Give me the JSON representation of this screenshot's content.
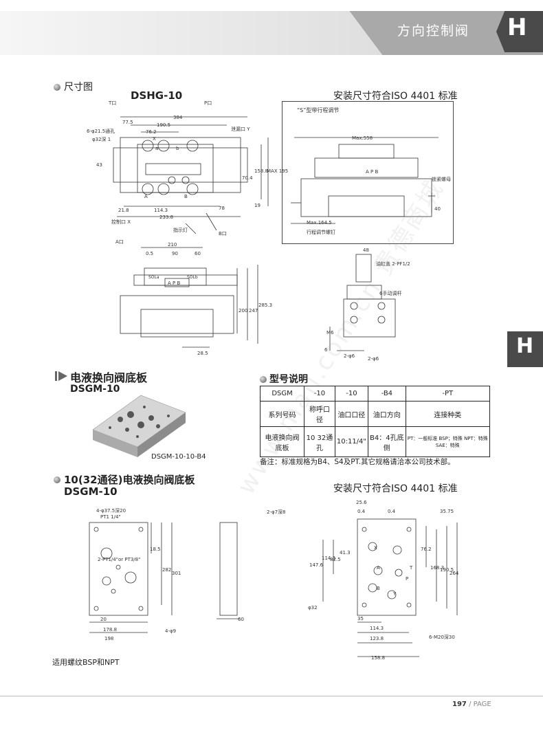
{
  "header": {
    "title": "方向控制阀",
    "tab_letter": "H"
  },
  "side_tab": {
    "letter": "H"
  },
  "section1": {
    "heading": "尺寸图",
    "model": "DSHG-10",
    "iso_note": "安装尺寸符合ISO 4401 标准",
    "stroke_note": "“S”型带行程调节"
  },
  "drawing1": {
    "labels": [
      "T口",
      "P口",
      "泄漏口 Y",
      "控制口 X",
      "A口",
      "B口",
      "指示灯",
      "6-φ21.5通孔",
      "φ32深 1",
      "X",
      "A",
      "B",
      "a",
      "b",
      "SOLa",
      "SOLb",
      "A P B",
      "Max.558",
      "锁紧螺母",
      "Max.164.5",
      "行程调节螺钉",
      "油缸盖 2-PF1/2",
      "6手动调杆",
      "2-φ6",
      "2-φ6"
    ],
    "dims": [
      "384",
      "77.5",
      "190.5",
      "76.2",
      "43",
      "70.4",
      "158.8",
      "MAX 195",
      "21.8",
      "114.3",
      "233.8",
      "78",
      "19",
      "210",
      "0.5",
      "90",
      "60",
      "200",
      "247",
      "285.3",
      "28.5",
      "40",
      "48",
      "6",
      "M6"
    ]
  },
  "section2": {
    "heading": "电液换向阀底板",
    "model": "DSGM-10",
    "photo_caption": "DSGM-10-10-B4"
  },
  "model_table": {
    "heading": "型号说明",
    "rows": [
      [
        "DSGM",
        "-10",
        "-10",
        "-B4",
        "-PT"
      ],
      [
        "系列号码",
        "称呼口径",
        "油口口径",
        "油口方向",
        "连接种类"
      ],
      [
        "电液换向阀底板",
        "10 32通孔",
        "10:11/4\"",
        "B4：4孔底侧",
        "PT：一般标准 BSP；特殊 NPT：特殊 SAE：特殊"
      ]
    ],
    "note": "备注：标准规格为B4、S4及PT.其它规格请洽本公司技术部。"
  },
  "section3": {
    "heading": "10(32通径)电液换向阀底板",
    "model": "DSGM-10",
    "iso_note": "安装尺寸符合ISO 4401 标准",
    "thread_note": "适用螺纹BSP和NPT"
  },
  "drawing3": {
    "labels": [
      "4-φ37.5深20",
      "PT1 1/4\"",
      "2-PT1/4\"or PT3/8\"",
      "4-φ9",
      "2-φ7深8",
      "φ32",
      "6-M20深30",
      "X",
      "A",
      "B",
      "P",
      "T",
      "Y"
    ],
    "dims": [
      "18.5",
      "282",
      "301",
      "20",
      "178.8",
      "198",
      "60",
      "25.6",
      "0.4",
      "0.4",
      "35.75",
      "147.6",
      "114.3",
      "82.5",
      "41.3",
      "76.2",
      "168.3",
      "190.5",
      "264",
      "35",
      "114.3",
      "123.8",
      "158.8"
    ]
  },
  "watermark": "www.mall.com.cn 贵德商城",
  "footer": {
    "page": "197",
    "page_label": "/ PAGE"
  }
}
